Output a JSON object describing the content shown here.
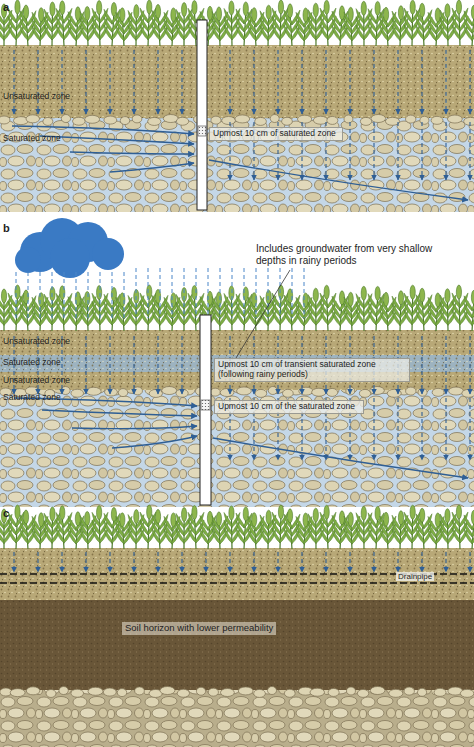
{
  "diagram": {
    "nodes": [
      {
        "text": [
          "Unsaturated zone"
        ]
      },
      {
        "text": [
          "Saturated zone"
        ]
      },
      {
        "text": [
          "Upmost 10 cm of saturated zone"
        ],
        "in": 1
      },
      {
        "text": [
          "Unsaturated zone"
        ]
      },
      {
        "text": [
          "Saturated zone"
        ]
      },
      {
        "text": [
          "Upmost 10 cm of transient saturated zone (following rainy periods)"
        ],
        "in": 4
      },
      {
        "text": [
          "Unsaturated zone"
        ]
      },
      {
        "text": [
          "Saturated zone"
        ]
      },
      {
        "text": [
          "Upmost 10 cm of the saturated zone"
        ],
        "in": 7
      },
      {
        "text": [
          "Soil horizon with lower permeability"
        ]
      }
    ],
    "labels": [
      "a",
      "b",
      "Includes groundwater from very shallow depths in rainy periods",
      "c",
      "Drainpipe"
    ]
  }
}
